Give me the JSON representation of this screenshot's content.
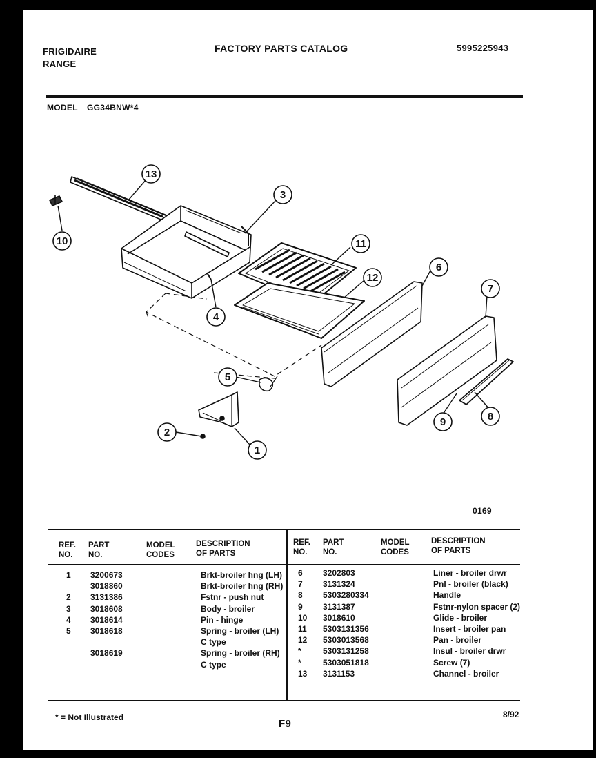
{
  "header": {
    "brand": "FRIGIDAIRE",
    "product": "RANGE",
    "title": "FACTORY PARTS CATALOG",
    "catalog_no": "5995225943",
    "model_label": "MODEL",
    "model_no": "GG34BNW*4"
  },
  "diagram": {
    "drawing_no": "0169",
    "callouts": [
      "1",
      "2",
      "3",
      "4",
      "5",
      "6",
      "7",
      "8",
      "9",
      "10",
      "11",
      "12",
      "13"
    ]
  },
  "table_headers": {
    "ref": "REF.",
    "no": "NO.",
    "part": "PART",
    "part_no": "NO.",
    "model": "MODEL",
    "codes": "CODES",
    "desc": "DESCRIPTION",
    "of_parts": "OF PARTS"
  },
  "left_parts": [
    {
      "ref": "1",
      "part": "3200673",
      "desc": "Brkt-broiler hng (LH)"
    },
    {
      "ref": "",
      "part": "3018860",
      "desc": "Brkt-broiler hng (RH)"
    },
    {
      "ref": "2",
      "part": "3131386",
      "desc": "Fstnr - push nut"
    },
    {
      "ref": "3",
      "part": "3018608",
      "desc": "Body - broiler"
    },
    {
      "ref": "4",
      "part": "3018614",
      "desc": "Pin - hinge"
    },
    {
      "ref": "5",
      "part": "3018618",
      "desc": "Spring - broiler (LH)"
    },
    {
      "ref": "",
      "part": "",
      "desc": "C type"
    },
    {
      "ref": "",
      "part": "3018619",
      "desc": "Spring - broiler (RH)"
    },
    {
      "ref": "",
      "part": "",
      "desc": "C type"
    }
  ],
  "right_parts": [
    {
      "ref": "6",
      "part": "3202803",
      "desc": "Liner - broiler drwr"
    },
    {
      "ref": "7",
      "part": "3131324",
      "desc": "Pnl - broiler (black)"
    },
    {
      "ref": "8",
      "part": "5303280334",
      "desc": "Handle"
    },
    {
      "ref": "9",
      "part": "3131387",
      "desc": "Fstnr-nylon spacer (2)"
    },
    {
      "ref": "10",
      "part": "3018610",
      "desc": "Glide - broiler"
    },
    {
      "ref": "11",
      "part": "5303131356",
      "desc": "Insert - broiler pan"
    },
    {
      "ref": "12",
      "part": "5303013568",
      "desc": "Pan - broiler"
    },
    {
      "ref": "*",
      "part": "5303131258",
      "desc": "Insul - broiler drwr"
    },
    {
      "ref": "*",
      "part": "5303051818",
      "desc": "Screw (7)"
    },
    {
      "ref": "13",
      "part": "3131153",
      "desc": "Channel - broiler"
    }
  ],
  "footer": {
    "note": "* = Not Illustrated",
    "page": "F9",
    "date": "8/92"
  }
}
